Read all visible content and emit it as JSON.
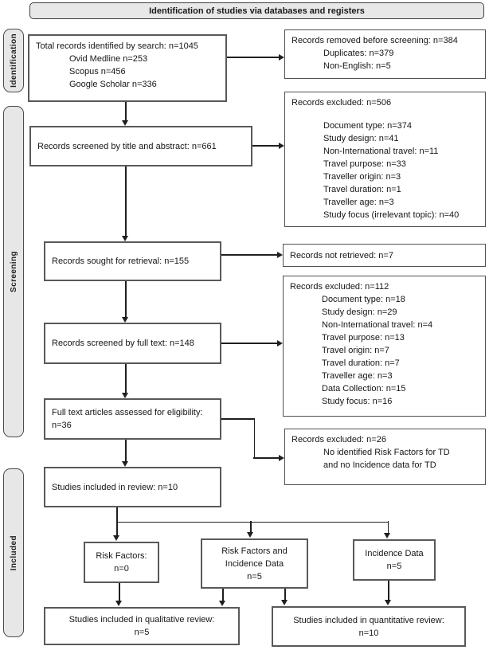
{
  "header": {
    "title": "Identification of studies via databases and registers"
  },
  "sidebar": {
    "identification": "Identification",
    "screening": "Screening",
    "included": "Included"
  },
  "flow": {
    "total": {
      "title": "Total records identified by search: n=1045",
      "items": [
        "Ovid Medline n=253",
        "Scopus n=456",
        "Google Scholar n=336"
      ]
    },
    "screened_title_abstract": {
      "title": "Records screened by title and abstract: n=661"
    },
    "sought": {
      "title": "Records sought for retrieval: n=155"
    },
    "screened_full_text": {
      "title": "Records screened by full text: n=148"
    },
    "full_text_assessed": {
      "title": "Full text articles assessed for eligibility: n=36"
    },
    "included_review": {
      "title": "Studies included in review: n=10"
    },
    "risk_factors": {
      "label": "Risk Factors:",
      "count": "n=0"
    },
    "risk_incidence": {
      "label": "Risk Factors and Incidence Data",
      "count": "n=5"
    },
    "incidence": {
      "label": "Incidence Data",
      "count": "n=5"
    },
    "qualitative": {
      "label": "Studies included in qualitative review:",
      "count": "n=5"
    },
    "quantitative": {
      "label": "Studies included in quantitative review:",
      "count": "n=10"
    }
  },
  "exclusions": {
    "removed_before_screening": {
      "title": "Records removed before screening: n=384",
      "items": [
        "Duplicates: n=379",
        "Non-English: n=5"
      ]
    },
    "excluded_title_abstract": {
      "title": "Records excluded: n=506",
      "items": [
        "Document type: n=374",
        "Study design: n=41",
        "Non-International travel: n=11",
        "Travel purpose: n=33",
        "Traveller origin: n=3",
        "Travel duration: n=1",
        "Traveller age: n=3",
        "Study focus (irrelevant topic): n=40"
      ]
    },
    "not_retrieved": {
      "title": "Records not retrieved: n=7"
    },
    "excluded_full_text": {
      "title": "Records excluded: n=112",
      "items": [
        "Document type: n=18",
        "Study design: n=29",
        "Non-International travel: n=4",
        "Travel purpose: n=13",
        "Travel origin: n=7",
        "Travel duration: n=7",
        "Traveller age: n=3",
        "Data Collection: n=15",
        "Study focus: n=16"
      ]
    },
    "excluded_eligibility": {
      "title": "Records excluded: n=26",
      "items": [
        "No identified Risk Factors for TD",
        "and no Incidence data for TD"
      ]
    }
  },
  "colors": {
    "panel_fill": "#e7e7e8",
    "panel_border": "#4c4c4e",
    "box_border": "#58595b",
    "line": "#1f1f1f"
  }
}
